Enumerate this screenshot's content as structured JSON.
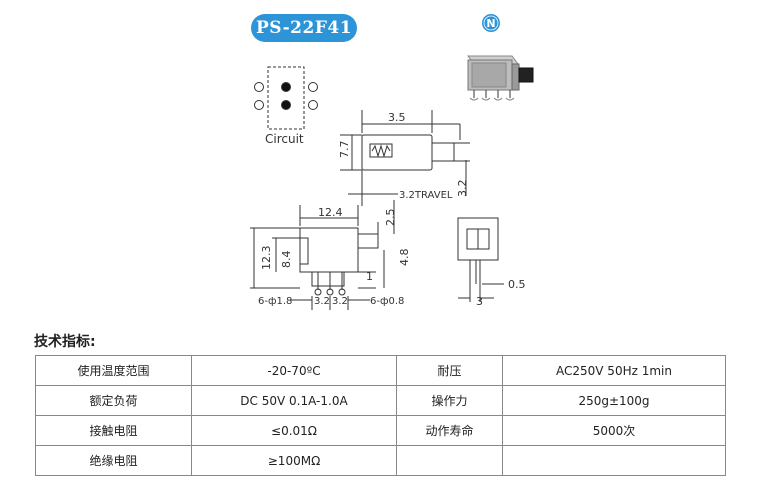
{
  "header": {
    "model": "PS-22F41",
    "logo_letter": "N"
  },
  "drawing": {
    "circuit_label": "Circuit",
    "dims": {
      "top_width": "3.5",
      "top_height": "7.7",
      "actuator_height": "3.2",
      "travel": "3.2TRAVEL",
      "body_width": "12.4",
      "actuator_length": "2.5",
      "body_height": "12.3",
      "body_inner_height": "8.4",
      "pin_height": "4.8",
      "pin_row_height": "1",
      "left_holes": "6-ф1.8",
      "pitch_left": "3.2",
      "pitch_right": "3.2",
      "right_holes": "6-ф0.8",
      "side_pitch": "3",
      "pin_thickness": "0.5"
    }
  },
  "specs": {
    "title": "技术指标:",
    "rows": [
      [
        "使用温度范围",
        "-20-70ºC",
        "耐压",
        "AC250V 50Hz 1min"
      ],
      [
        "额定负荷",
        "DC 50V 0.1A-1.0A",
        "操作力",
        "250g±100g"
      ],
      [
        "接触电阻",
        "≤0.01Ω",
        "动作寿命",
        "5000次"
      ],
      [
        "绝缘电阻",
        "≥100MΩ",
        "",
        ""
      ]
    ]
  },
  "colors": {
    "badge": "#2d94d8",
    "logo": "#2d94d8",
    "line": "#333333"
  }
}
